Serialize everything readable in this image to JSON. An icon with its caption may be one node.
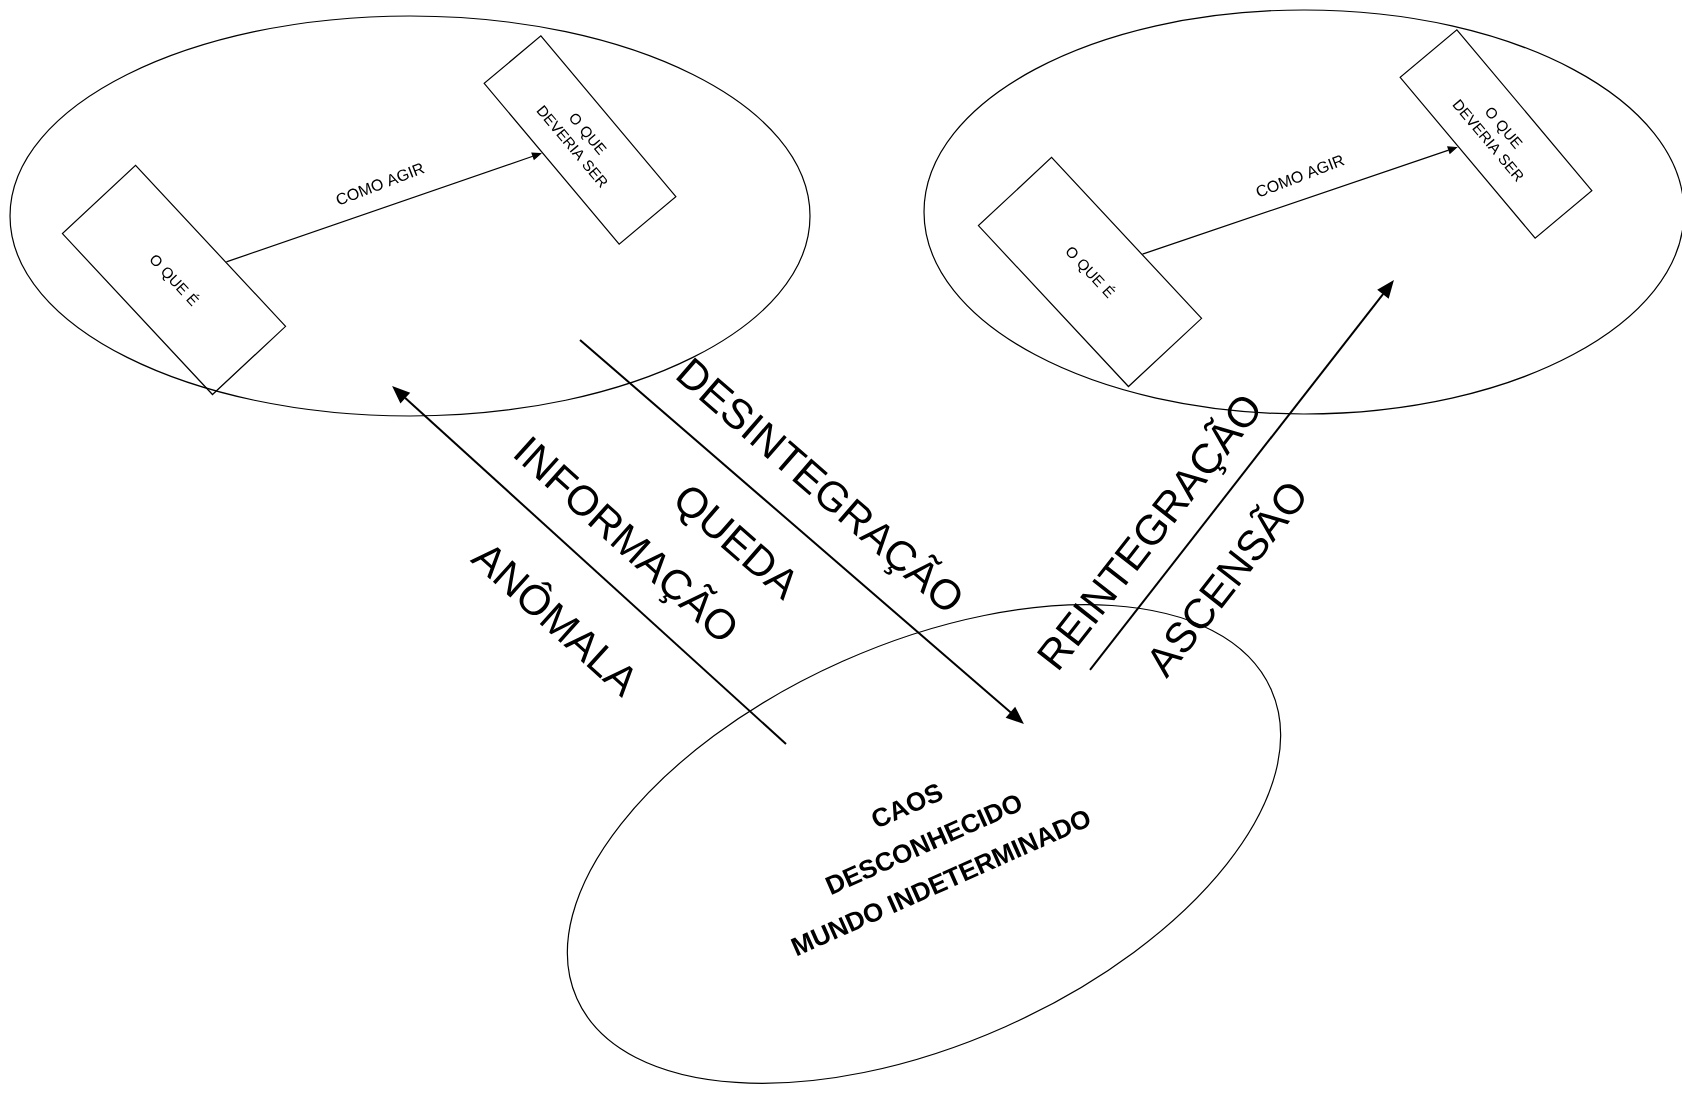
{
  "diagram": {
    "nodes": [
      {
        "text": [],
        "shape": "ellipse"
      },
      {
        "text": [
          "O QUE É"
        ],
        "in": 0
      },
      {
        "text": [
          "O QUE DEVERIA SER"
        ],
        "in": 0
      },
      {
        "text": [],
        "shape": "ellipse"
      },
      {
        "text": [
          "O QUE É"
        ],
        "in": 3
      },
      {
        "text": [
          "O QUE DEVERIA SER"
        ],
        "in": 3
      },
      {
        "text": [
          "CAOS",
          "DESCONHECIDO",
          "MUNDO INDETERMINADO"
        ]
      }
    ],
    "edges": [
      {
        "from": 1,
        "to": 2,
        "arrow": "to",
        "label": "COMO AGIR"
      },
      {
        "from": 4,
        "to": 5,
        "arrow": "to",
        "label": "COMO AGIR"
      },
      {
        "from": 0,
        "to": 6,
        "arrow": "to",
        "label": "DESINTEGRAÇÃO"
      },
      {
        "from": 6,
        "to": 0,
        "arrow": "to",
        "label": "INFORMAÇÃO"
      },
      {
        "from": 6,
        "to": 3,
        "arrow": "to",
        "label": "REINTEGRAÇÃO"
      }
    ],
    "labels": [
      "QUEDA",
      "ANÔMALA",
      "ASCENSÃO"
    ]
  }
}
